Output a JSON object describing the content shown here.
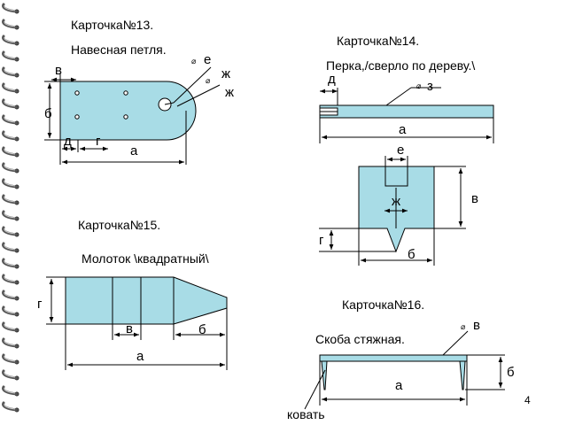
{
  "page_number": "4",
  "card13": {
    "title": "Карточка№13.",
    "subtitle": "Навесная петля.",
    "labels": {
      "e": "е",
      "zh1": "ж",
      "zh2": "ж",
      "v": "в",
      "b": "б",
      "d": "д",
      "g": "г",
      "a": "а"
    },
    "diameter_marks": [
      "⌀",
      "⌀"
    ]
  },
  "card14": {
    "title": "Карточка№14.",
    "subtitle": "Перка,/сверло по дереву.\\",
    "labels": {
      "d": "д",
      "z": "з",
      "a": "а",
      "e": "е",
      "zh": "ж",
      "v": "в",
      "g": "г",
      "b": "б"
    },
    "diameter_marks": [
      "⌀"
    ]
  },
  "card15": {
    "title": "Карточка№15.",
    "subtitle": "Молоток \\квадратный\\",
    "labels": {
      "g": "г",
      "v": "в",
      "b": "б",
      "a": "а"
    }
  },
  "card16": {
    "title": "Карточка№16.",
    "subtitle": "Скоба стяжная.",
    "labels": {
      "v": "в",
      "b": "б",
      "a": "а",
      "kovat": "ковать"
    },
    "diameter_marks": [
      "⌀"
    ]
  },
  "colors": {
    "part_fill": "#a8dce6",
    "stroke": "#000000",
    "binding_ring": "#c8c8c8"
  },
  "icons": [
    "spiral-binding-icon"
  ]
}
